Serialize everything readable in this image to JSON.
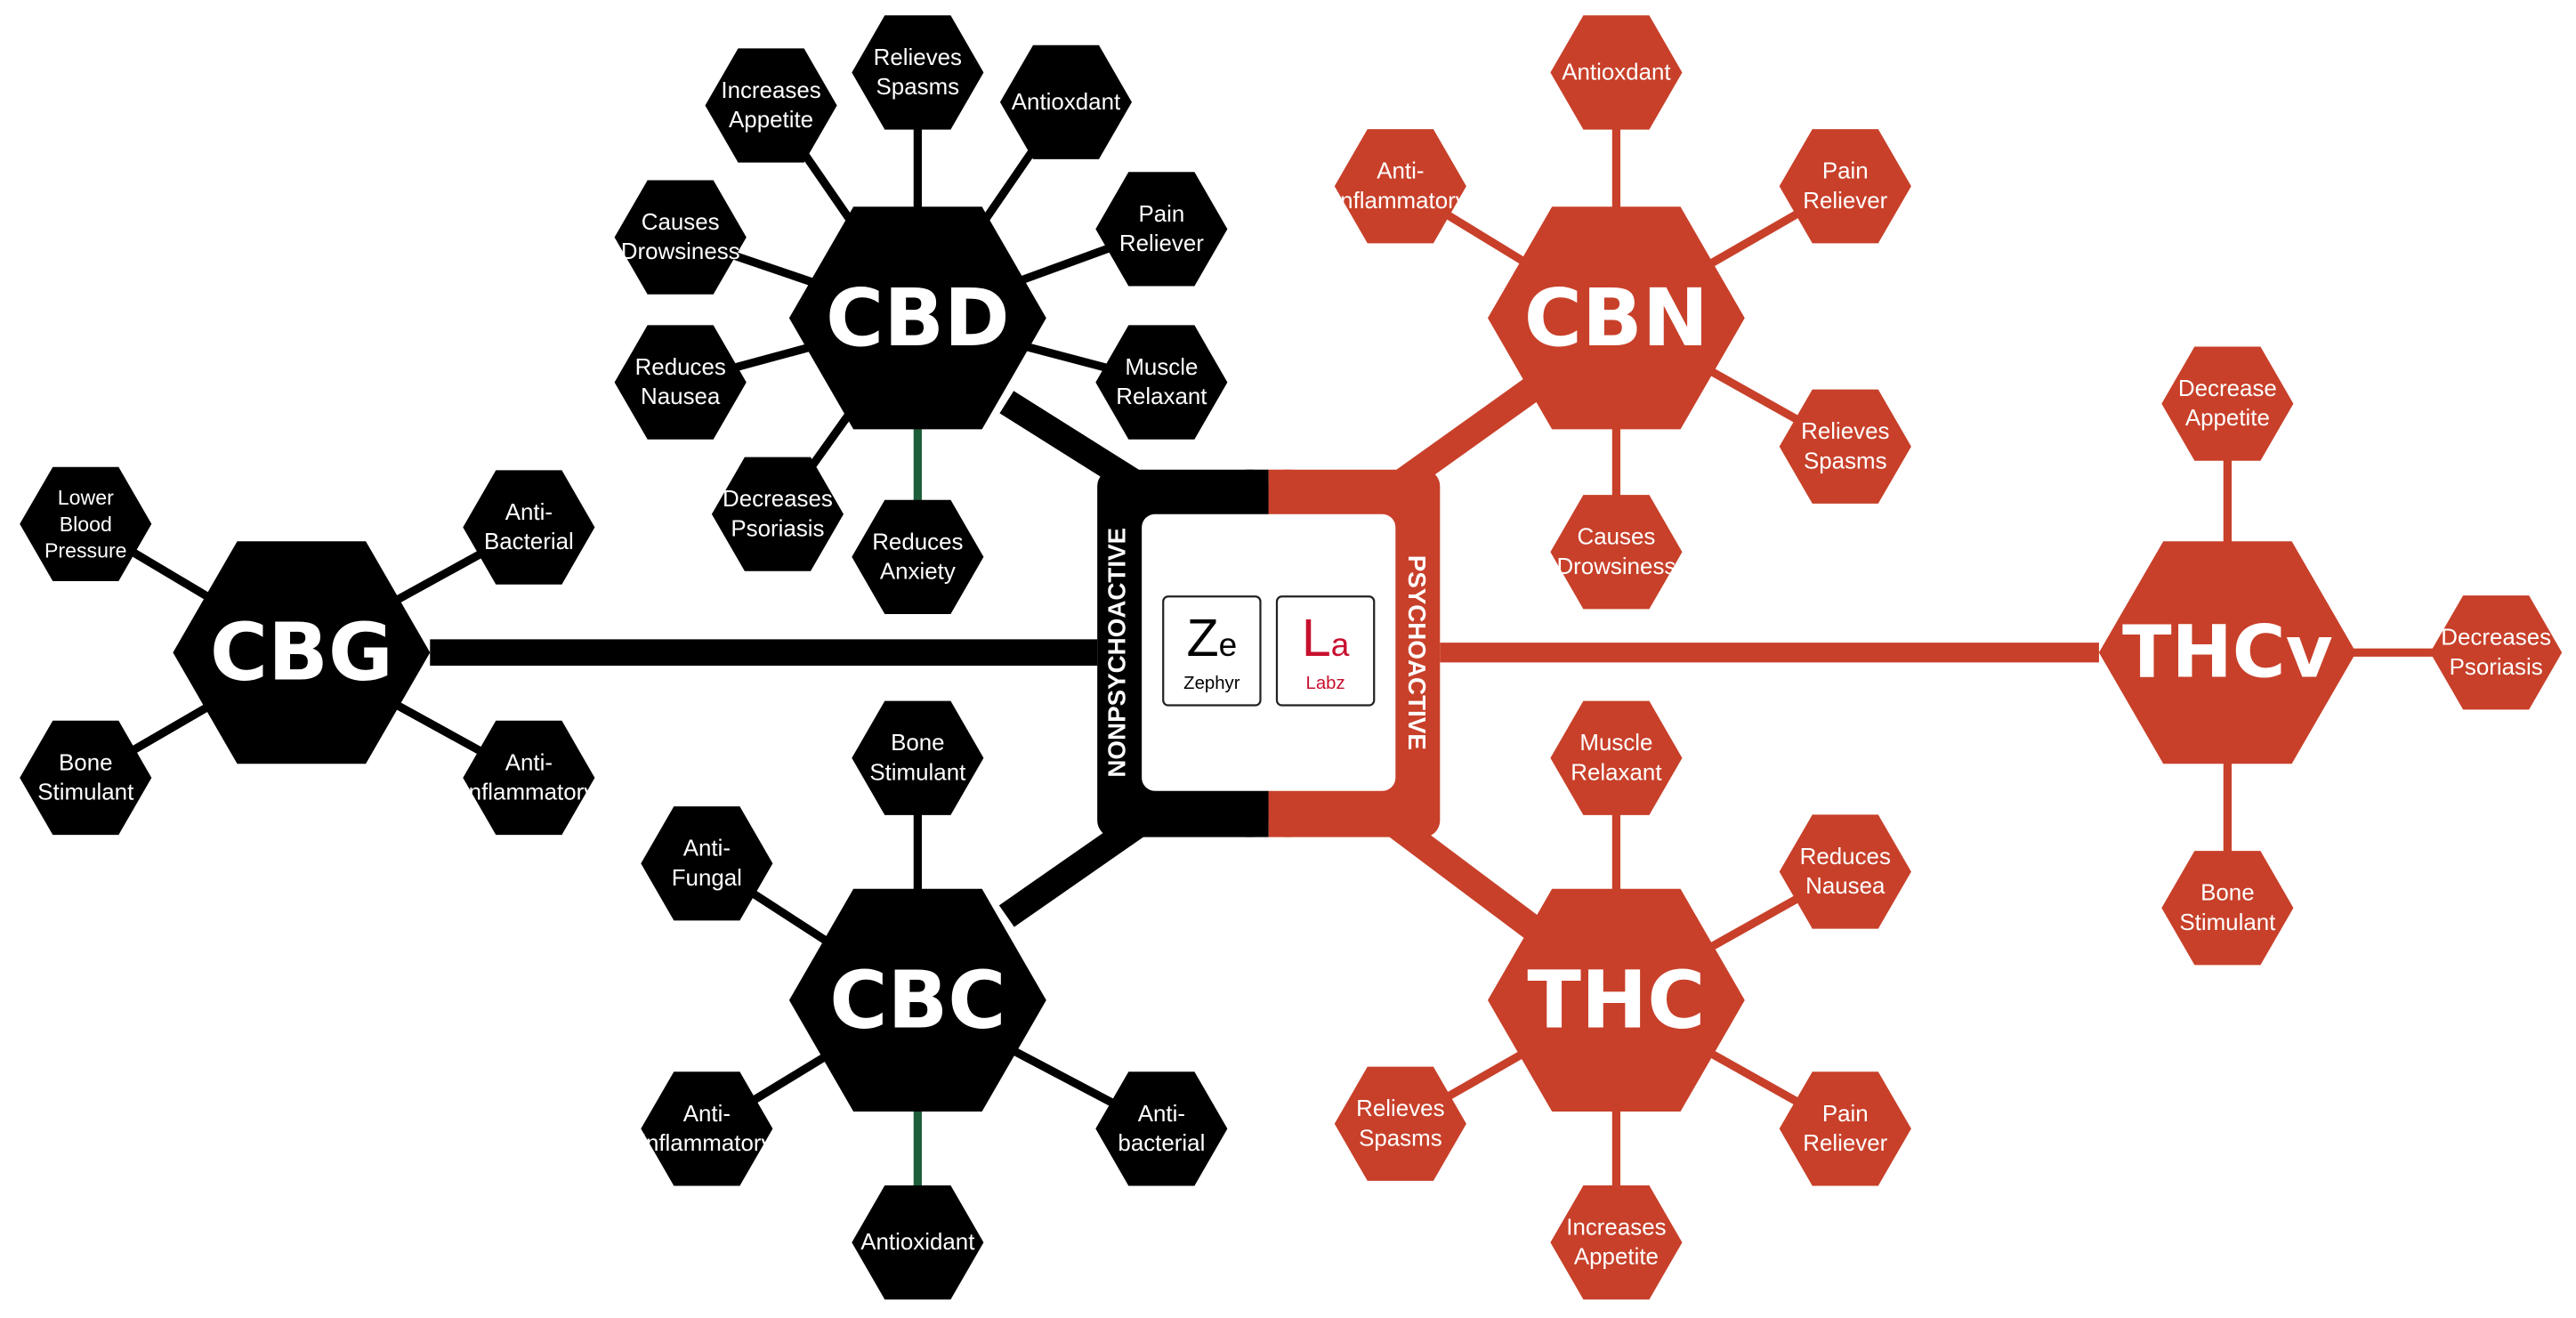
{
  "colors": {
    "dark": "#000000",
    "red": "#c8402a",
    "green": "#1e5e3b",
    "white": "#ffffff"
  },
  "center": {
    "left_label": "NONPSYCHOACTIVE",
    "right_label": "PSYCHOACTIVE",
    "tiles": [
      {
        "symbol_big": "Z",
        "symbol_small": "e",
        "name": "Zephyr",
        "color": "#000000"
      },
      {
        "symbol_big": "L",
        "symbol_small": "a",
        "name": "Labz",
        "color": "#c8102e"
      }
    ]
  },
  "hubs": [
    {
      "id": "cbd",
      "label": "CBD",
      "theme": "dark",
      "benefits": [
        [
          "Increases",
          "Appetite"
        ],
        [
          "Relieves",
          "Spasms"
        ],
        [
          "Antioxdant"
        ],
        [
          "Pain",
          "Reliever"
        ],
        [
          "Causes",
          "Drowsiness"
        ],
        [
          "Reduces",
          "Nausea"
        ],
        [
          "Muscle",
          "Relaxant"
        ],
        [
          "Decreases",
          "Psoriasis"
        ],
        [
          "Reduces",
          "Anxiety"
        ]
      ]
    },
    {
      "id": "cbg",
      "label": "CBG",
      "theme": "dark",
      "benefits": [
        [
          "Lower",
          "Blood",
          "Pressure"
        ],
        [
          "Anti-",
          "Bacterial"
        ],
        [
          "Bone",
          "Stimulant"
        ],
        [
          "Anti-",
          "Inflammatory"
        ]
      ]
    },
    {
      "id": "cbc",
      "label": "CBC",
      "theme": "dark",
      "benefits": [
        [
          "Bone",
          "Stimulant"
        ],
        [
          "Anti-",
          "Fungal"
        ],
        [
          "Anti-",
          "inflammatory"
        ],
        [
          "Anti-",
          "bacterial"
        ],
        [
          "Antioxidant"
        ]
      ]
    },
    {
      "id": "cbn",
      "label": "CBN",
      "theme": "red",
      "benefits": [
        [
          "Antioxdant"
        ],
        [
          "Anti-",
          "Inflammatory"
        ],
        [
          "Pain",
          "Reliever"
        ],
        [
          "Relieves",
          "Spasms"
        ],
        [
          "Causes",
          "Drowsiness"
        ]
      ]
    },
    {
      "id": "thcv",
      "label": "THCv",
      "theme": "red",
      "benefits": [
        [
          "Decrease",
          "Appetite"
        ],
        [
          "Decreases",
          "Psoriasis"
        ],
        [
          "Bone",
          "Stimulant"
        ]
      ]
    },
    {
      "id": "thc",
      "label": "THC",
      "theme": "red",
      "benefits": [
        [
          "Muscle",
          "Relaxant"
        ],
        [
          "Reduces",
          "Nausea"
        ],
        [
          "Relieves",
          "Spasms"
        ],
        [
          "Pain",
          "Reliever"
        ],
        [
          "Increases",
          "Appetite"
        ]
      ]
    }
  ]
}
